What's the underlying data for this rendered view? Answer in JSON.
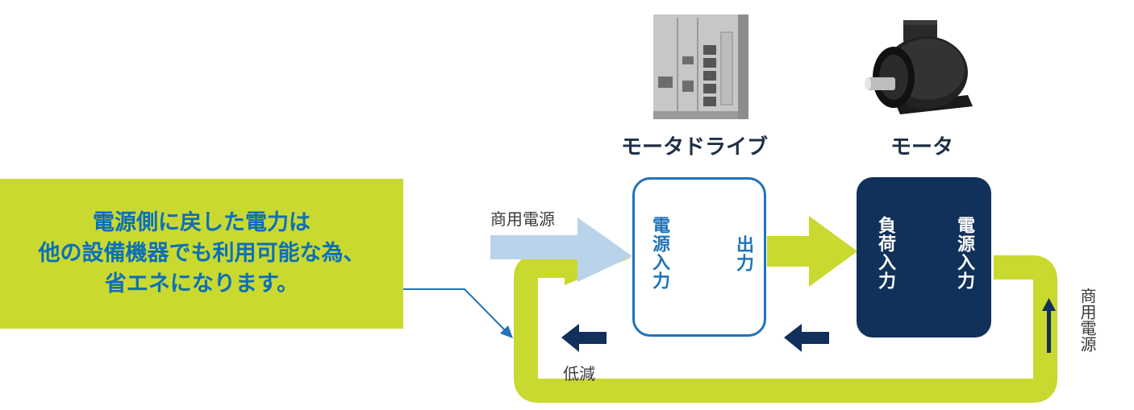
{
  "callout": {
    "line1": "電源側に戻した電力は",
    "line2": "他の設備機器でも利用可能な為、",
    "line3": "省エネになります。"
  },
  "equipment": {
    "drive_label": "モータドライブ",
    "motor_label": "モータ"
  },
  "drive_box": {
    "power_input": "電源入力",
    "output": "出力"
  },
  "motor_box": {
    "load_input": "負荷入力",
    "power_input": "電源入力"
  },
  "flow": {
    "commercial_power_left": "商用電源",
    "commercial_power_right": "商用電源",
    "reduction": "低減"
  },
  "colors": {
    "loop_green": "#c9d930",
    "drive_blue": "#1f73b9",
    "motor_navy": "#11305a",
    "supply_light_blue": "#b9d3ea",
    "text_blue": "#0d6fb8"
  }
}
